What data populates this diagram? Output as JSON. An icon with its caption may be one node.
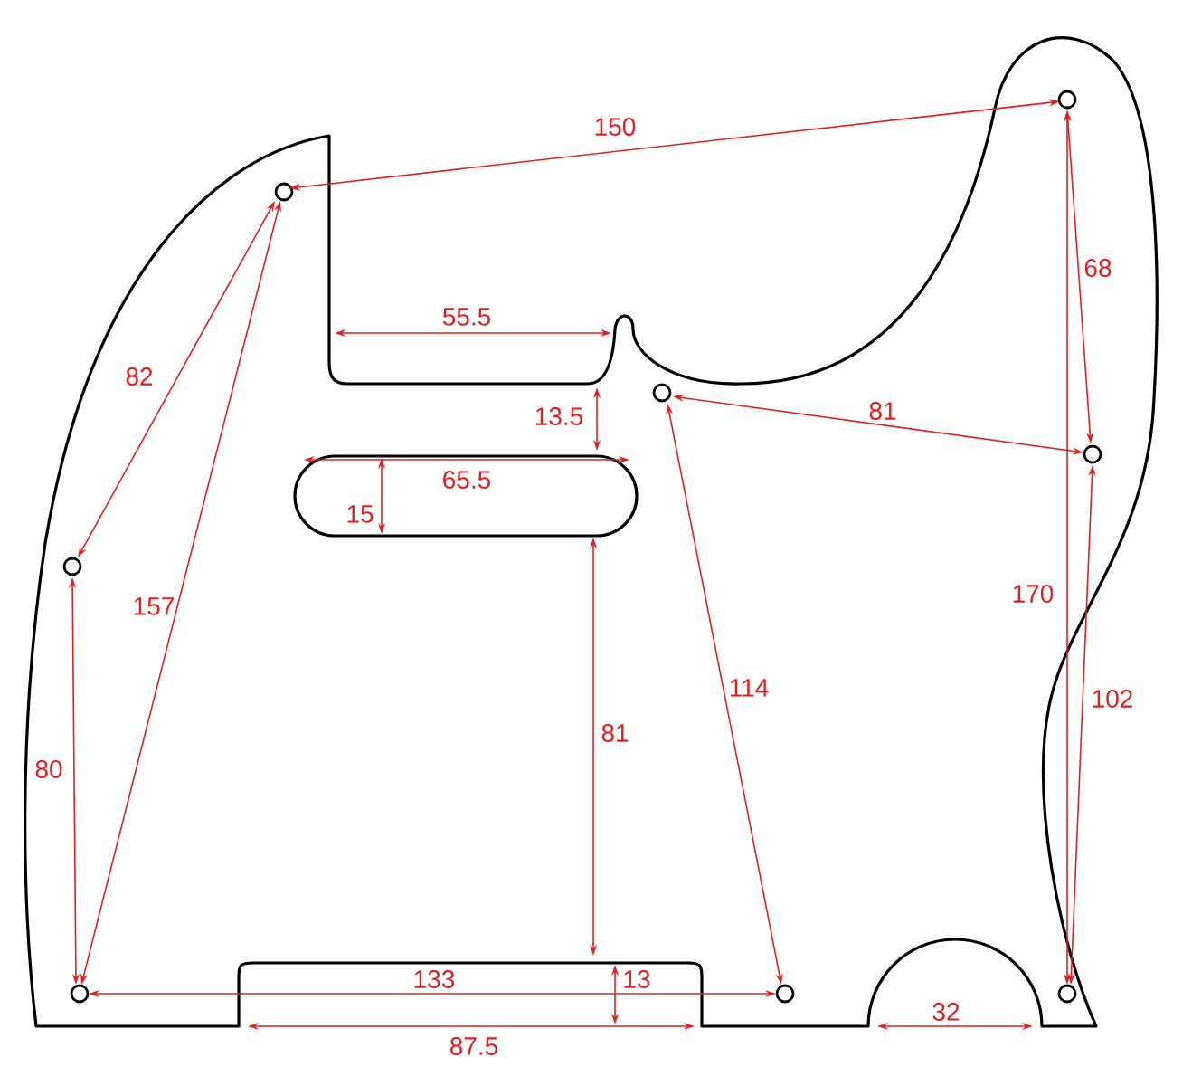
{
  "diagram": {
    "labels": [
      "150",
      "68",
      "55.5",
      "82",
      "81",
      "13.5",
      "65.5",
      "15",
      "157",
      "170",
      "114",
      "102",
      "81",
      "80",
      "133",
      "13",
      "32",
      "87.5"
    ]
  }
}
